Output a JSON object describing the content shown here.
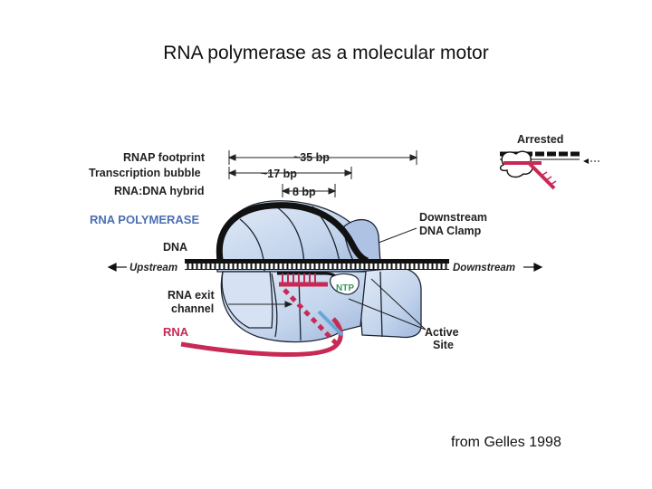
{
  "slide": {
    "title": "RNA polymerase as a molecular motor",
    "citation": "from Gelles 1998"
  },
  "figure": {
    "labels": {
      "rnap_footprint": "RNAP footprint",
      "transcription_bubble": "Transcription bubble",
      "rna_dna_hybrid": "RNA:DNA hybrid",
      "bp35": "~35 bp",
      "bp17": "~17 bp",
      "bp8": "8 bp",
      "rna_polymerase": "RNA POLYMERASE",
      "dna": "DNA",
      "upstream": "Upstream",
      "downstream": "Downstream",
      "downstream_clamp_1": "Downstream",
      "downstream_clamp_2": "DNA Clamp",
      "rna_exit_1": "RNA exit",
      "rna_exit_2": "channel",
      "rna": "RNA",
      "ntp": "NTP",
      "active_site_1": "Active",
      "active_site_2": "Site",
      "arrested": "Arrested"
    },
    "colors": {
      "protein": "#c9d8ee",
      "protein_dark": "#7d9cc8",
      "rna": "#c82a55",
      "dna": "#111111",
      "blue_label": "#4a6fb5",
      "ntp": "#3a9a5a"
    }
  }
}
